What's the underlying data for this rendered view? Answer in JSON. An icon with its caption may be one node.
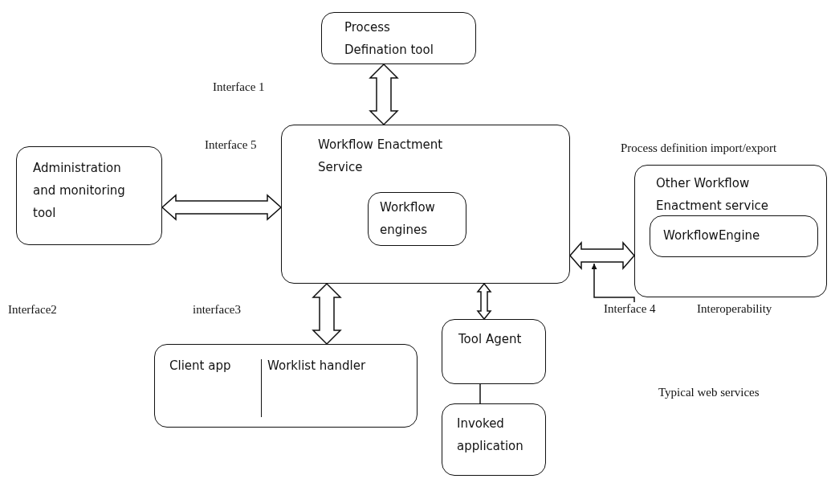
{
  "diagram": {
    "nodes": [
      {
        "text": [
          "Process Defination tool"
        ]
      },
      {
        "text": [
          "Workflow Enactment Service"
        ]
      },
      {
        "text": [
          "Workflow engines"
        ],
        "in": 1
      },
      {
        "text": [
          "Administration and monitoring tool"
        ]
      },
      {
        "text": [
          "Other Workflow Enactment service"
        ]
      },
      {
        "text": [
          "WorkflowEngine"
        ],
        "in": 4
      },
      {
        "text": [
          "Client app",
          "Worklist handler"
        ]
      },
      {
        "text": [
          "Tool Agent"
        ]
      },
      {
        "text": [
          "Invoked application"
        ]
      },
      {
        "text": [
          "Interface 4"
        ]
      }
    ],
    "edges": [
      {
        "from": 0,
        "to": 1,
        "arrow": "both"
      },
      {
        "from": 3,
        "to": 1,
        "arrow": "both"
      },
      {
        "from": 1,
        "to": 6,
        "arrow": "both"
      },
      {
        "from": 1,
        "to": 7,
        "arrow": "both"
      },
      {
        "from": 1,
        "to": 4,
        "arrow": "both"
      },
      {
        "from": 7,
        "to": 8,
        "arrow": "none"
      },
      {
        "from": 9,
        "to": null,
        "arrow": "to"
      }
    ],
    "labels": [
      "Interface 1",
      "Process definition import/export",
      "Interface 5",
      "Interface2",
      "interface3",
      "Interoperability",
      "Typical web services"
    ]
  }
}
